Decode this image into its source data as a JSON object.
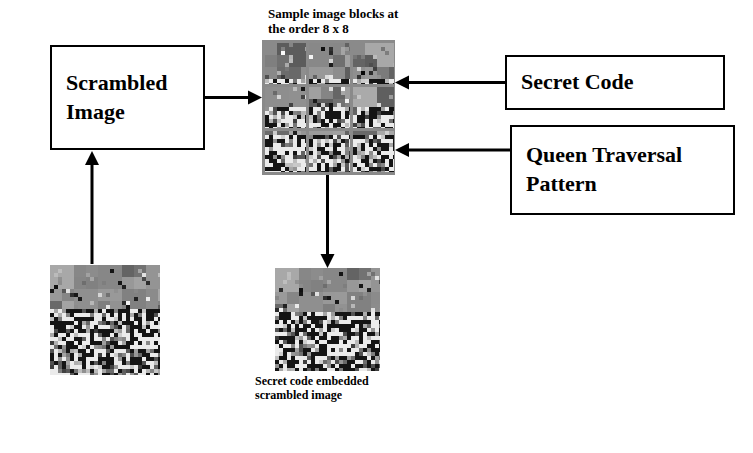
{
  "diagram": {
    "nodes": [
      {
        "text": [
          "Scrambled Image"
        ]
      },
      {
        "text": [
          "Sample image blocks at the order 8 x 8"
        ]
      },
      {
        "text": [
          "Secret Code"
        ]
      },
      {
        "text": [
          "Queen Traversal Pattern"
        ]
      },
      {
        "text": [
          "Secret code embedded scrambled image"
        ]
      }
    ],
    "edges": [
      {
        "from": 0,
        "to": 1,
        "arrow": "to"
      },
      {
        "from": 2,
        "to": 1,
        "arrow": "to"
      },
      {
        "from": 3,
        "to": 1,
        "arrow": "to"
      },
      {
        "from": 1,
        "to": 4,
        "arrow": "to"
      }
    ]
  }
}
